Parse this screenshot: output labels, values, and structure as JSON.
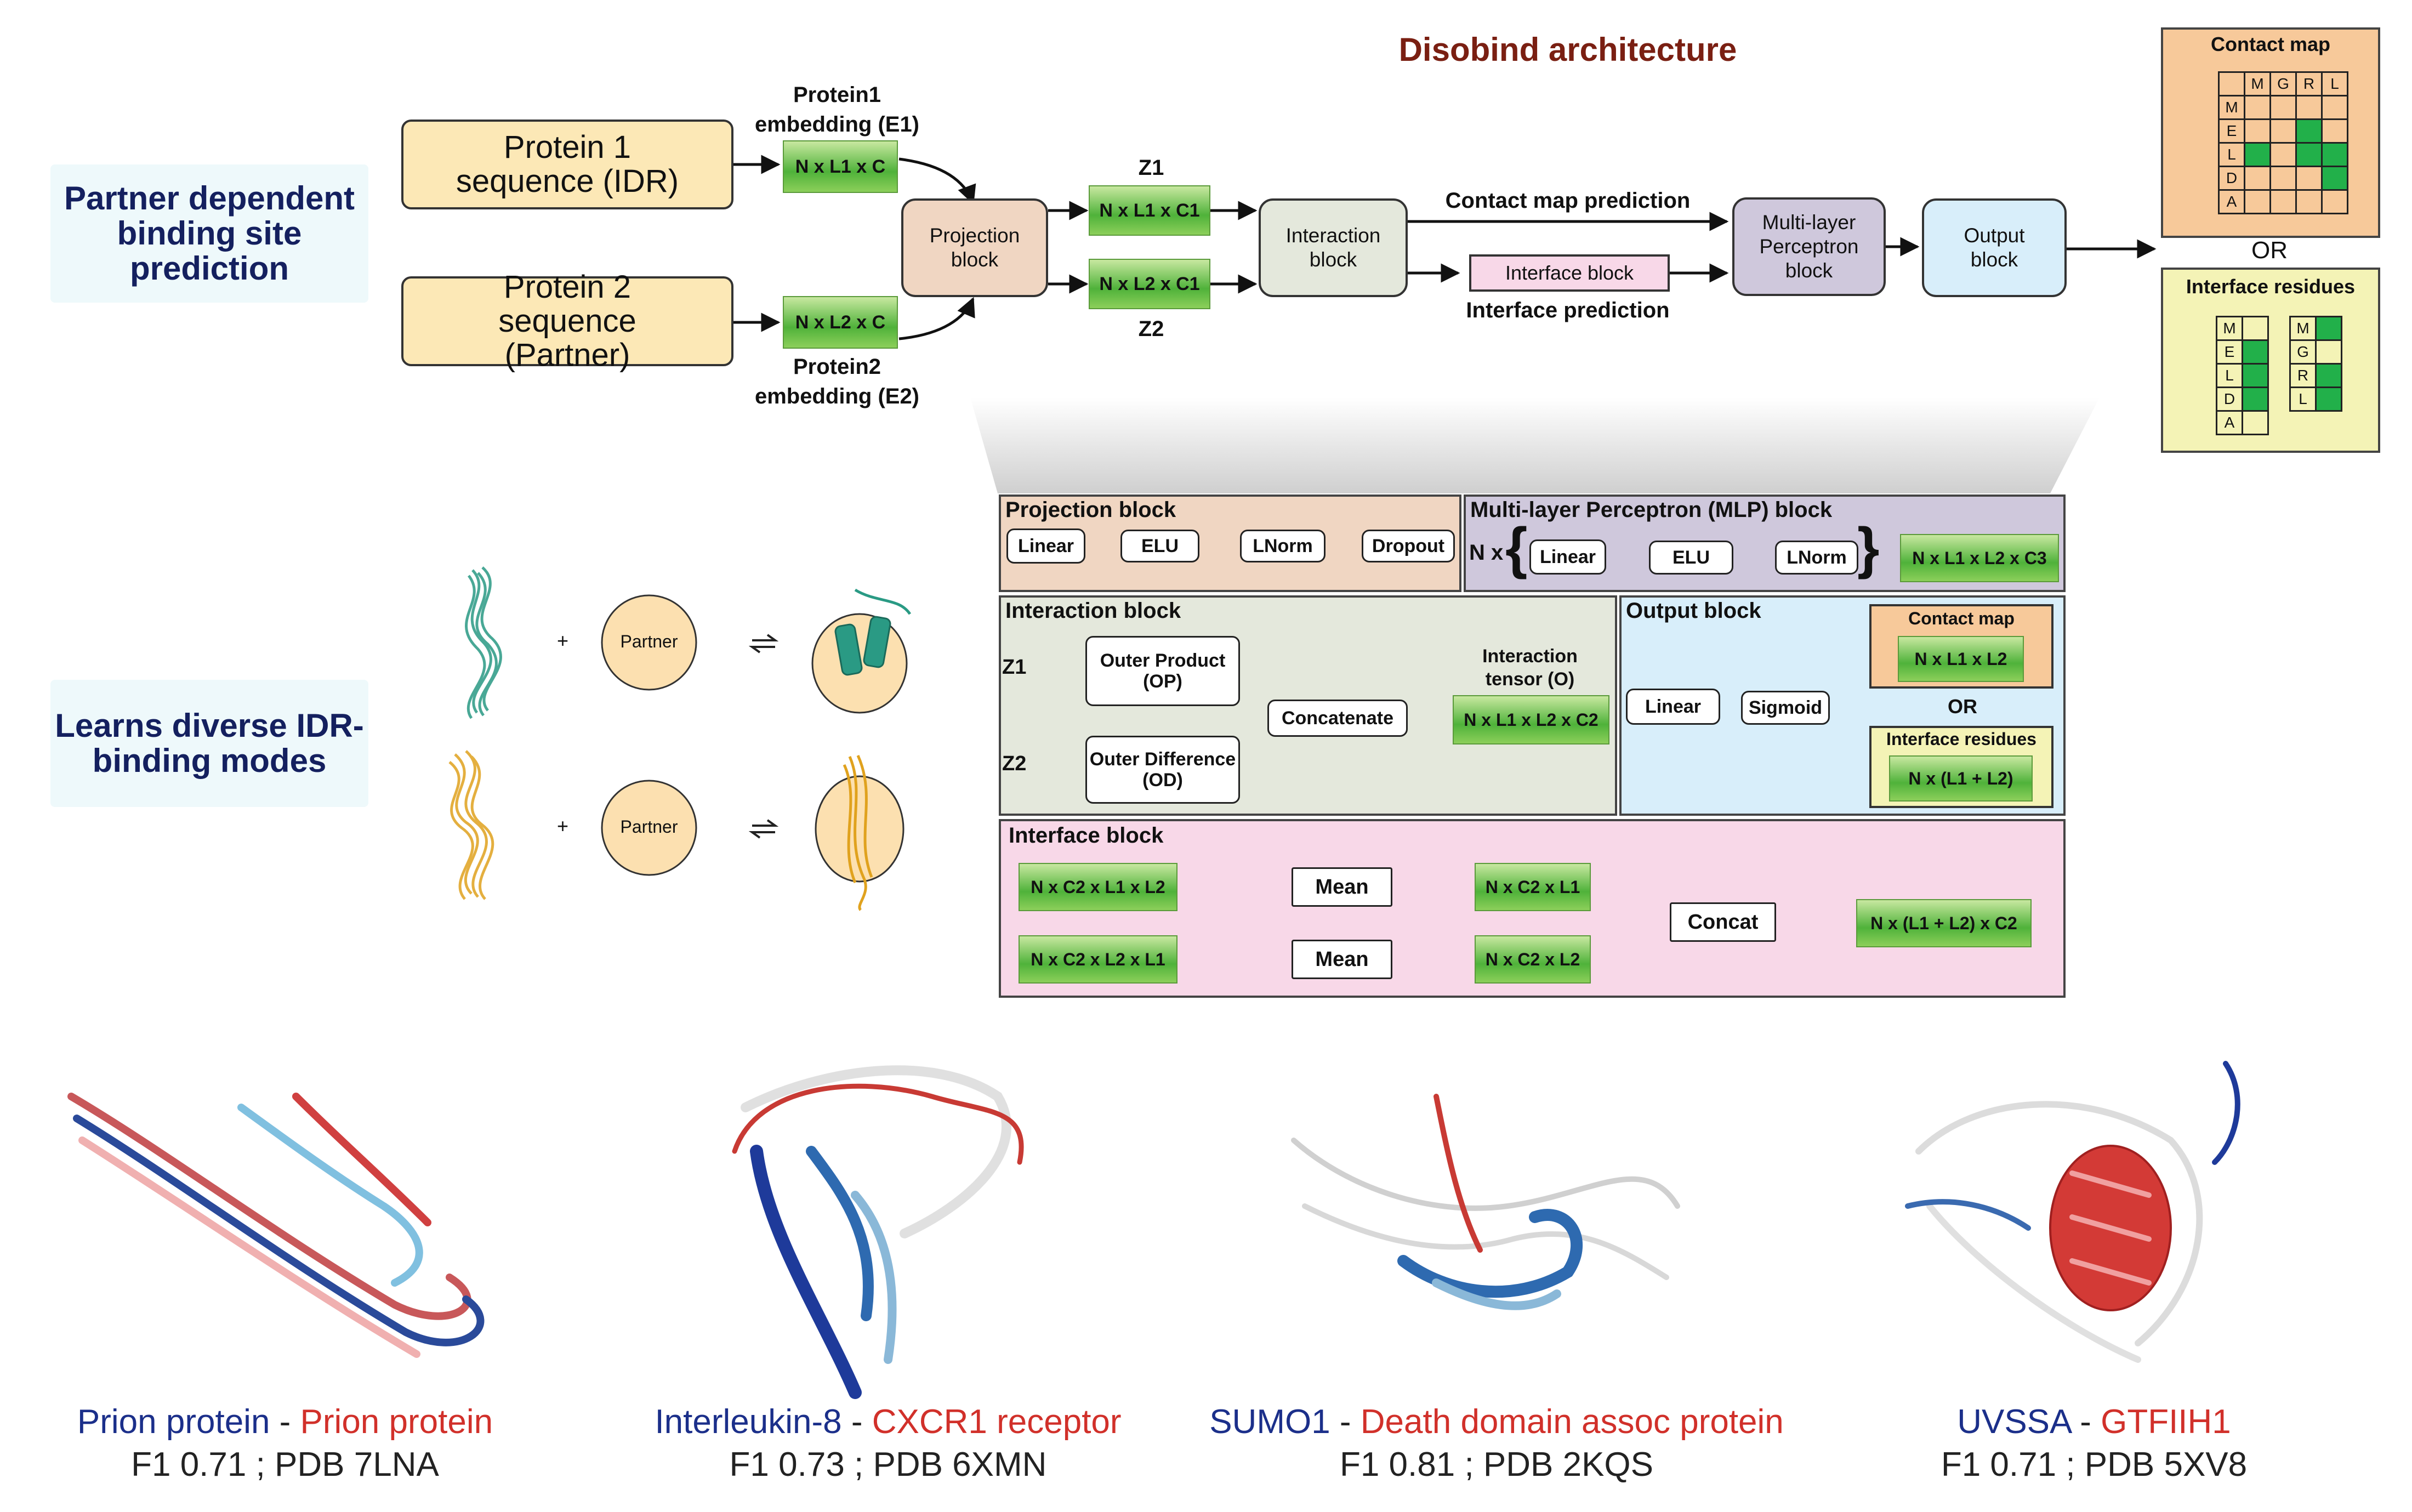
{
  "title": "Disobind architecture",
  "side_labels": {
    "top": "Partner dependent binding site prediction",
    "bottom": "Learns diverse IDR-binding modes"
  },
  "inputs": {
    "protein1": "Protein 1 sequence (IDR)",
    "protein2": "Protein 2 sequence (Partner)",
    "emb1_label": "Protein1 embedding (E1)",
    "emb2_label": "Protein2 embedding (E2)",
    "emb1_shape": "N x L1 x C",
    "emb2_shape": "N x L2 x C"
  },
  "flow": {
    "projection": "Projection block",
    "z1": "Z1",
    "z2": "Z2",
    "z1_shape": "N x L1 x C1",
    "z2_shape": "N x L2 x C1",
    "interaction": "Interaction block",
    "contact_pred": "Contact map prediction",
    "interface_block": "Interface block",
    "interface_pred": "Interface prediction",
    "mlp": "Multi-layer Perceptron block",
    "output": "Output block"
  },
  "legend": {
    "contact_title": "Contact map",
    "or": "OR",
    "interface_title": "Interface residues",
    "cols": [
      "M",
      "G",
      "R",
      "L"
    ],
    "rows": [
      "M",
      "E",
      "L",
      "D",
      "A"
    ]
  },
  "details": {
    "proj_title": "Projection block",
    "proj_steps": [
      "Linear",
      "ELU",
      "LNorm",
      "Dropout"
    ],
    "mlp_title": "Multi-layer Perceptron (MLP) block",
    "mlp_nx": "N x",
    "mlp_steps": [
      "Linear",
      "ELU",
      "LNorm"
    ],
    "mlp_out": "N x L1 x L2 x C3",
    "int_title": "Interaction block",
    "int_z1": "Z1",
    "int_z2": "Z2",
    "outer_product": "Outer Product (OP)",
    "outer_diff": "Outer Difference (OD)",
    "concatenate": "Concatenate",
    "int_tensor": "Interaction tensor (O)",
    "int_out": "N x L1 x L2 x C2",
    "out_title": "Output block",
    "out_linear": "Linear",
    "out_sigmoid": "Sigmoid",
    "out_cm_title": "Contact map",
    "out_cm_shape": "N x L1 x L2",
    "out_or": "OR",
    "out_ir_title": "Interface residues",
    "out_ir_shape": "N x (L1 + L2)",
    "if_title": "Interface block",
    "if_in1": "N x C2 x L1 x L2",
    "if_in2": "N x C2 x L2 x L1",
    "if_mean": "Mean",
    "if_mid1": "N x C2 x L1",
    "if_mid2": "N x C2 x L2",
    "if_concat": "Concat",
    "if_out": "N x (L1 + L2) x C2"
  },
  "modes": {
    "plus": "+",
    "partner": "Partner"
  },
  "examples": [
    {
      "a": "Prion protein",
      "sep": " - ",
      "b": "Prion protein",
      "stats": "F1 0.71 ; PDB 7LNA"
    },
    {
      "a": "Interleukin-8",
      "sep": " - ",
      "b": "CXCR1 receptor",
      "stats": "F1 0.73 ; PDB 6XMN"
    },
    {
      "a": "SUMO1",
      "sep": " - ",
      "b": "Death domain assoc protein",
      "stats": "F1 0.81 ; PDB 2KQS"
    },
    {
      "a": "UVSSA",
      "sep": " - ",
      "b": "GTFIIH1",
      "stats": "F1 0.71 ; PDB 5XV8"
    }
  ],
  "colors": {
    "title": "#7a1f12",
    "side_text": "#14205f",
    "seq_fill": "#fce8b6",
    "emb_green": "#4fb23a",
    "projection_fill": "#f0d6c2",
    "interaction_fill": "#e4e8dc",
    "interface_fill": "#f8d8e8",
    "mlp_fill": "#cfc8dc",
    "output_fill": "#d8eefa",
    "contact_fill": "#f7c99a",
    "interface_res_fill": "#f4f3b6",
    "protein_blue": "#1b2f8a",
    "protein_red": "#d1302a",
    "teal_mode": "#2a9a84",
    "gold_mode": "#e0a21e"
  }
}
